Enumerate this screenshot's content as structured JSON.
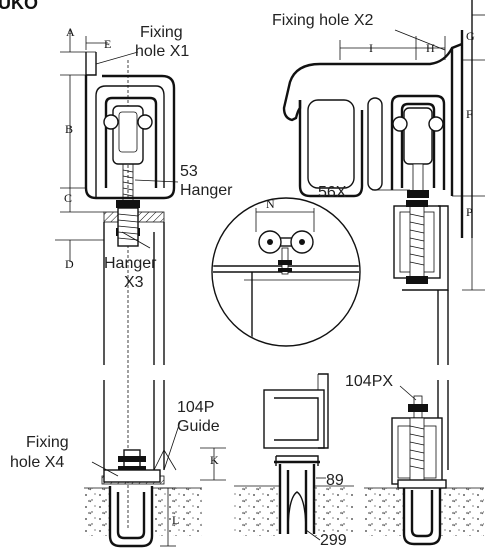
{
  "header_text": "UKO",
  "callouts": {
    "fixing_hole_x1": [
      "Fixing",
      "hole X1"
    ],
    "fixing_hole_x2": "Fixing hole X2",
    "hanger_53": [
      "53",
      "Hanger"
    ],
    "hanger_x3": [
      "Hanger",
      "X3"
    ],
    "part_56x": "56X",
    "part_104px": "104PX",
    "guide_104p": [
      "104P",
      "Guide"
    ],
    "fixing_hole_x4": [
      "Fixing",
      "hole X4"
    ],
    "part_89": "89",
    "part_299": "299"
  },
  "dimensions": {
    "a": "A",
    "b": "B",
    "c": "C",
    "d": "D",
    "e": "E",
    "f": "F",
    "g": "G",
    "h": "H",
    "i": "I",
    "k": "K",
    "l": "L",
    "n": "N",
    "p": "P"
  }
}
